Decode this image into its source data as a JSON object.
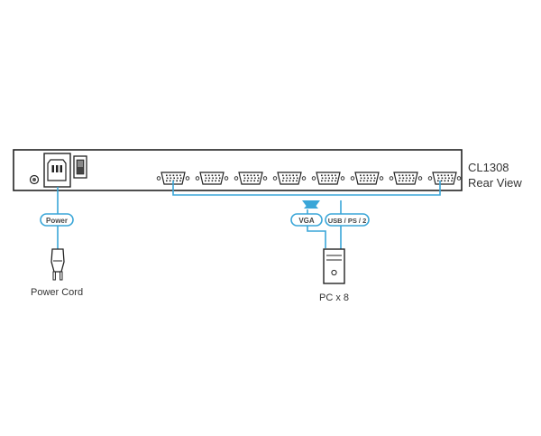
{
  "device": {
    "model": "CL1308",
    "view": "Rear View",
    "vga_port_count": 8
  },
  "labels": {
    "power": "Power",
    "vga": "VGA",
    "usb_ps2": "USB / PS / 2",
    "power_cord": "Power Cord",
    "pc": "PC x 8"
  },
  "colors": {
    "cable": "#3aa6d8",
    "outline": "#222222",
    "panel_fill": "#ffffff"
  },
  "icons": {
    "power_inlet": "iec-power-inlet-icon",
    "power_switch": "rocker-switch-icon",
    "ground": "ground-screw-icon",
    "vga_port": "vga-port-icon",
    "plug": "power-plug-icon",
    "pc": "pc-tower-icon"
  }
}
